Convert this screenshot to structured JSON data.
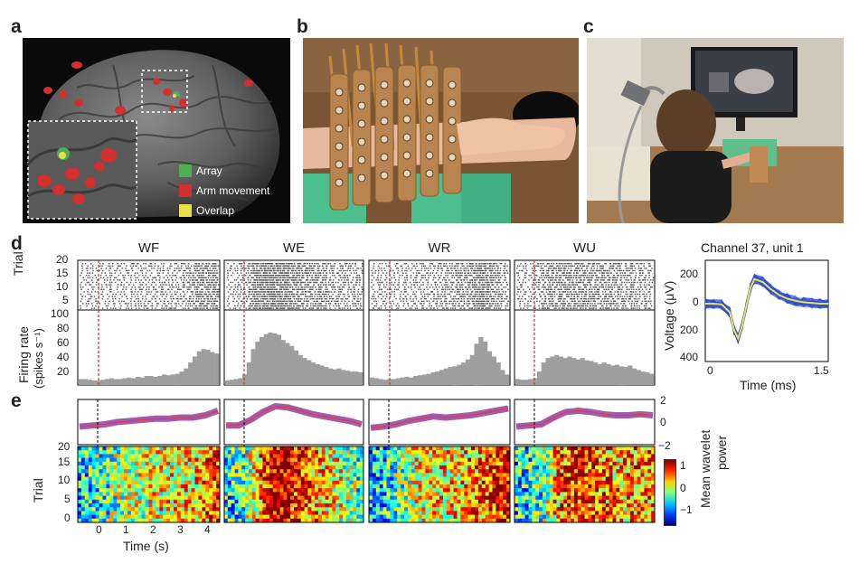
{
  "panel_labels": {
    "a": "a",
    "b": "b",
    "c": "c",
    "d": "d",
    "e": "e"
  },
  "panel_a": {
    "legend": [
      {
        "label": "Array",
        "color": "#4caf50"
      },
      {
        "label": "Arm movement",
        "color": "#d32f2f"
      },
      {
        "label": "Overlap",
        "color": "#e6e04a"
      }
    ]
  },
  "conditions": [
    "WF",
    "WE",
    "WR",
    "WU"
  ],
  "panel_d": {
    "raster_ylabel": "Trial",
    "raster_yticks": [
      "20",
      "15",
      "10",
      "5"
    ],
    "rate_ylabel_line1": "Firing rate",
    "rate_ylabel_line2": "(spikes s⁻¹)",
    "rate_yticks": [
      "100",
      "80",
      "60",
      "40",
      "20"
    ],
    "waveform": {
      "title": "Channel 37, unit 1",
      "ylabel": "Voltage (μV)",
      "yticks": [
        "200",
        "0",
        "200",
        "400"
      ],
      "xticks": [
        "0",
        "1.5"
      ],
      "xlabel": "Time (ms)"
    }
  },
  "panel_e": {
    "power_yticks": [
      "2",
      "0",
      "−2"
    ],
    "heatmap_ylabel": "Trial",
    "heatmap_yticks": [
      "20",
      "15",
      "10",
      "5",
      "0"
    ],
    "xticks": [
      "0",
      "1",
      "2",
      "3",
      "4"
    ],
    "xlabel": "Time (s)",
    "colorbar_ticks": [
      "1",
      "0",
      "−1"
    ],
    "colorbar_label_line1": "Mean wavelet",
    "colorbar_label_line2": "power"
  },
  "chart_data": [
    {
      "type": "bar",
      "title": "WF",
      "xlabel": "",
      "ylabel": "Firing rate (spikes s⁻¹)",
      "ylim": [
        0,
        100
      ],
      "x": [
        -0.5,
        4.5
      ],
      "values": [
        8,
        8,
        7,
        6,
        6,
        7,
        8,
        9,
        8,
        8,
        9,
        10,
        9,
        11,
        10,
        12,
        12,
        11,
        12,
        14,
        13,
        14,
        15,
        18,
        22,
        30,
        38,
        45,
        48,
        47,
        44,
        42
      ]
    },
    {
      "type": "bar",
      "title": "WE",
      "ylim": [
        0,
        100
      ],
      "values": [
        6,
        7,
        8,
        9,
        14,
        30,
        48,
        58,
        64,
        68,
        70,
        69,
        67,
        60,
        56,
        52,
        46,
        40,
        36,
        33,
        30,
        28,
        26,
        24,
        22,
        21,
        22,
        20,
        19,
        18,
        18,
        17
      ]
    },
    {
      "type": "bar",
      "title": "WR",
      "ylim": [
        0,
        100
      ],
      "values": [
        10,
        9,
        8,
        7,
        8,
        8,
        9,
        10,
        11,
        10,
        12,
        13,
        14,
        15,
        17,
        18,
        20,
        22,
        24,
        25,
        27,
        30,
        34,
        40,
        55,
        64,
        58,
        45,
        38,
        30,
        20,
        14
      ]
    },
    {
      "type": "bar",
      "title": "WU",
      "ylim": [
        0,
        100
      ],
      "values": [
        8,
        7,
        7,
        8,
        9,
        18,
        30,
        36,
        38,
        40,
        38,
        36,
        38,
        36,
        34,
        36,
        33,
        32,
        30,
        28,
        30,
        28,
        26,
        27,
        25,
        24,
        26,
        22,
        20,
        18,
        17,
        15
      ]
    },
    {
      "type": "line",
      "title": "Channel 37, unit 1",
      "xlabel": "Time (ms)",
      "ylabel": "Voltage (μV)",
      "xlim": [
        0,
        1.5
      ],
      "ylim": [
        400,
        -300
      ],
      "x": [
        0,
        0.1,
        0.2,
        0.3,
        0.35,
        0.4,
        0.45,
        0.5,
        0.55,
        0.6,
        0.7,
        0.8,
        0.9,
        1.0,
        1.1,
        1.2,
        1.3,
        1.4,
        1.5
      ],
      "y": [
        0,
        0,
        5,
        60,
        180,
        240,
        150,
        20,
        -110,
        -170,
        -150,
        -100,
        -60,
        -35,
        -20,
        -10,
        -5,
        0,
        0
      ]
    },
    {
      "type": "line",
      "ylim": [
        -2,
        2
      ],
      "series": [
        {
          "values": [
            -0.4,
            -0.3,
            -0.2,
            0,
            0.1,
            0.2,
            0.3,
            0.3,
            0.4,
            0.4,
            0.6,
            1.0
          ]
        },
        {
          "values": [
            -0.3,
            -0.3,
            0.2,
            0.9,
            1.4,
            1.3,
            1.0,
            0.7,
            0.5,
            0.3,
            0.1,
            -0.2
          ]
        },
        {
          "values": [
            -0.5,
            -0.4,
            -0.2,
            0.1,
            0.3,
            0.5,
            0.4,
            0.5,
            0.6,
            0.8,
            1.0,
            1.2
          ]
        },
        {
          "values": [
            -0.4,
            -0.3,
            -0.2,
            0.4,
            0.9,
            1.0,
            0.9,
            0.7,
            0.6,
            0.6,
            0.7,
            0.6
          ]
        }
      ]
    }
  ]
}
